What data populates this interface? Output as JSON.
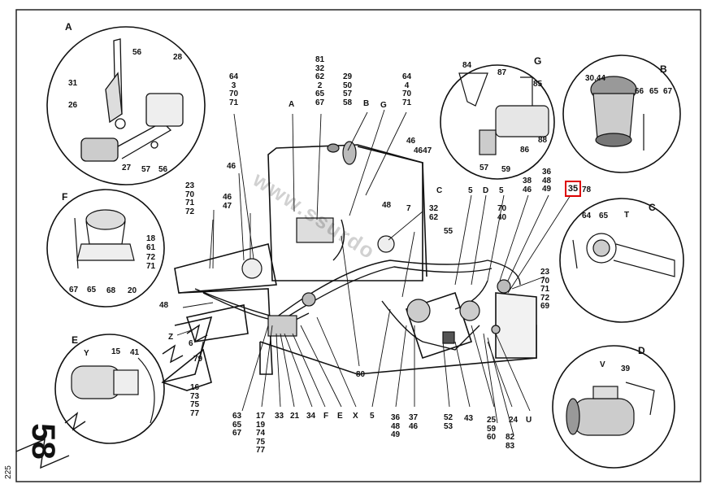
{
  "watermark": "www.ssurdo",
  "letters": {
    "a_detail": "A",
    "g_detail": "G",
    "b_detail": "B",
    "f_detail": "F",
    "c_detail": "C",
    "e_detail": "E",
    "d_detail": "D",
    "a_main": "A",
    "b_main": "B",
    "g_main": "G",
    "c_main": "C",
    "d_main": "D"
  },
  "callouts": {
    "a": {
      "c56a": "56",
      "c28": "28",
      "c31": "31",
      "c26": "26",
      "c27": "27",
      "c57": "57",
      "c56b": "56"
    },
    "g": {
      "c84": "84",
      "c87": "87",
      "c85": "85",
      "c88": "88",
      "c86": "86",
      "c57": "57",
      "c59": "59"
    },
    "b": {
      "c30_44": "30,44",
      "c66": "66",
      "c65": "65",
      "c67": "67"
    },
    "f": {
      "c18": "18",
      "c61": "61",
      "c72": "72",
      "c71": "71",
      "c67": "67",
      "c65": "65",
      "c68": "68",
      "c20": "20"
    },
    "c": {
      "c64": "64",
      "c65": "65",
      "cT": "T"
    },
    "e": {
      "cY": "Y",
      "c15": "15",
      "c41": "41"
    },
    "d": {
      "cV": "V",
      "c39": "39"
    },
    "main": {
      "c46a": "46",
      "c4647": "4647",
      "c48a": "48",
      "c7": "7",
      "c5a": "5",
      "c5b": "5",
      "c35": "35",
      "c78": "78",
      "c55": "55",
      "c48b": "48",
      "cZ": "Z",
      "c6": "6",
      "c79": "79",
      "c80": "80"
    }
  },
  "stacks": {
    "s81": [
      "81",
      "32",
      "62",
      "2",
      "65",
      "67"
    ],
    "s29": [
      "29",
      "50",
      "57",
      "58"
    ],
    "s64b": [
      "64",
      "4",
      "70",
      "71"
    ],
    "s64a": [
      "64",
      "3",
      "70",
      "71"
    ],
    "s46": [
      "46"
    ],
    "s4647": [
      "46",
      "47"
    ],
    "s23a": [
      "23",
      "70",
      "71",
      "72"
    ],
    "s32": [
      "32",
      "62"
    ],
    "s70": [
      "70",
      "40"
    ],
    "s38": [
      "38",
      "46"
    ],
    "s36": [
      "36",
      "48",
      "49"
    ],
    "s23b": [
      "23",
      "70",
      "71",
      "72",
      "69"
    ],
    "s16": [
      "16",
      "73",
      "75",
      "77"
    ],
    "s63": [
      "63",
      "65",
      "67"
    ],
    "s17": [
      "17",
      "19",
      "74",
      "75",
      "77"
    ],
    "s36b": [
      "36",
      "48",
      "49"
    ],
    "s37": [
      "37",
      "46"
    ],
    "s52": [
      "52",
      "53"
    ],
    "s25": [
      "25",
      "59",
      "60"
    ],
    "s82": [
      "82",
      "83"
    ]
  },
  "bottom": {
    "c33": "33",
    "c21": "21",
    "c34": "34",
    "cF": "F",
    "cE": "E",
    "cX": "X",
    "c5": "5",
    "c43": "43",
    "c24": "24",
    "cU": "U"
  },
  "page": {
    "big_number": "58",
    "small_number": "225"
  }
}
